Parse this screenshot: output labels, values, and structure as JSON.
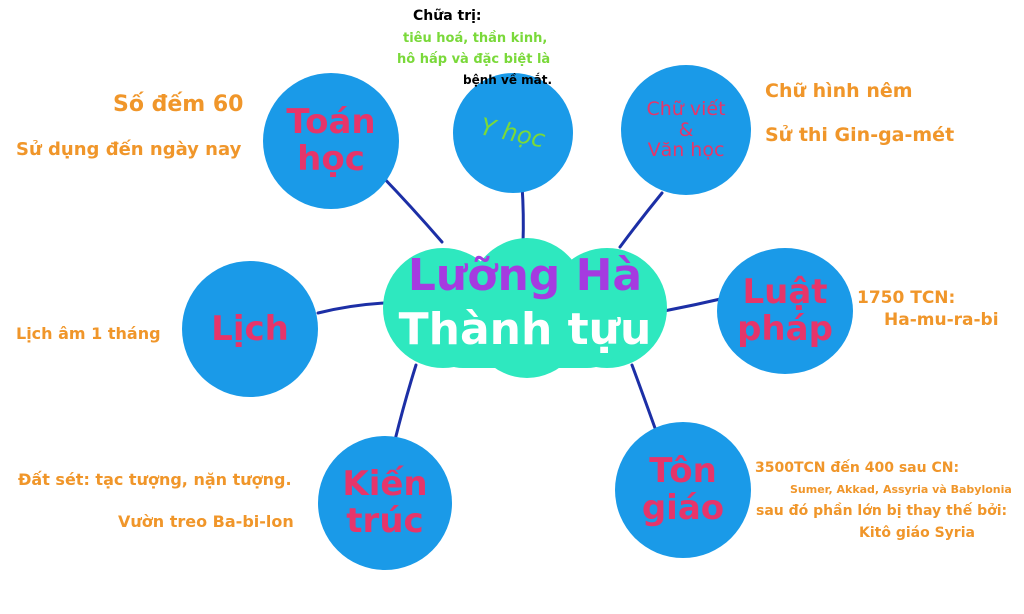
{
  "center": {
    "title": "Lưỡng Hà",
    "subtitle": "Thành tựu"
  },
  "nodes": {
    "toan_hoc": {
      "line1": "Toán",
      "line2": "học"
    },
    "y_hoc": {
      "label": "Y học"
    },
    "chu_viet": {
      "line1": "Chữ viết",
      "line2": "&",
      "line3": "Văn học"
    },
    "luat_phap": {
      "line1": "Luật",
      "line2": "pháp"
    },
    "lich": {
      "label": "Lịch"
    },
    "kien_truc": {
      "line1": "Kiến",
      "line2": "trúc"
    },
    "ton_giao": {
      "line1": "Tôn",
      "line2": "giáo"
    }
  },
  "notes": {
    "toan_hoc": [
      "Số đếm 60",
      "Sử dụng đến ngày nay"
    ],
    "y_hoc": {
      "heading": "Chữa trị:",
      "green1": "tiêu hoá, thần kinh,",
      "green2": "hô hấp và đặc biệt là",
      "black": "bệnh về mắt."
    },
    "chu_viet": [
      "Chữ hình nêm",
      "Sử thi Gin-ga-mét"
    ],
    "luat_phap": [
      "1750 TCN:",
      "Ha-mu-ra-bi"
    ],
    "lich": [
      "Lịch âm 1 tháng"
    ],
    "kien_truc": [
      "Đất sét: tạc tượng, nặn tượng.",
      "Vườn treo Ba-bi-lon"
    ],
    "ton_giao": [
      "3500TCN đến 400 sau CN:",
      "Sumer, Akkad, Assyria và Babylonia",
      "sau đó phần lớn bị thay thế bởi:",
      "Kitô giáo Syria"
    ]
  },
  "colors": {
    "circle": "#1a9ae8",
    "center": "#2ee8bf",
    "node_text": "#e6356a",
    "title_text": "#a53be0",
    "note_text": "#f0962a",
    "connector": "#1c2fa6"
  }
}
